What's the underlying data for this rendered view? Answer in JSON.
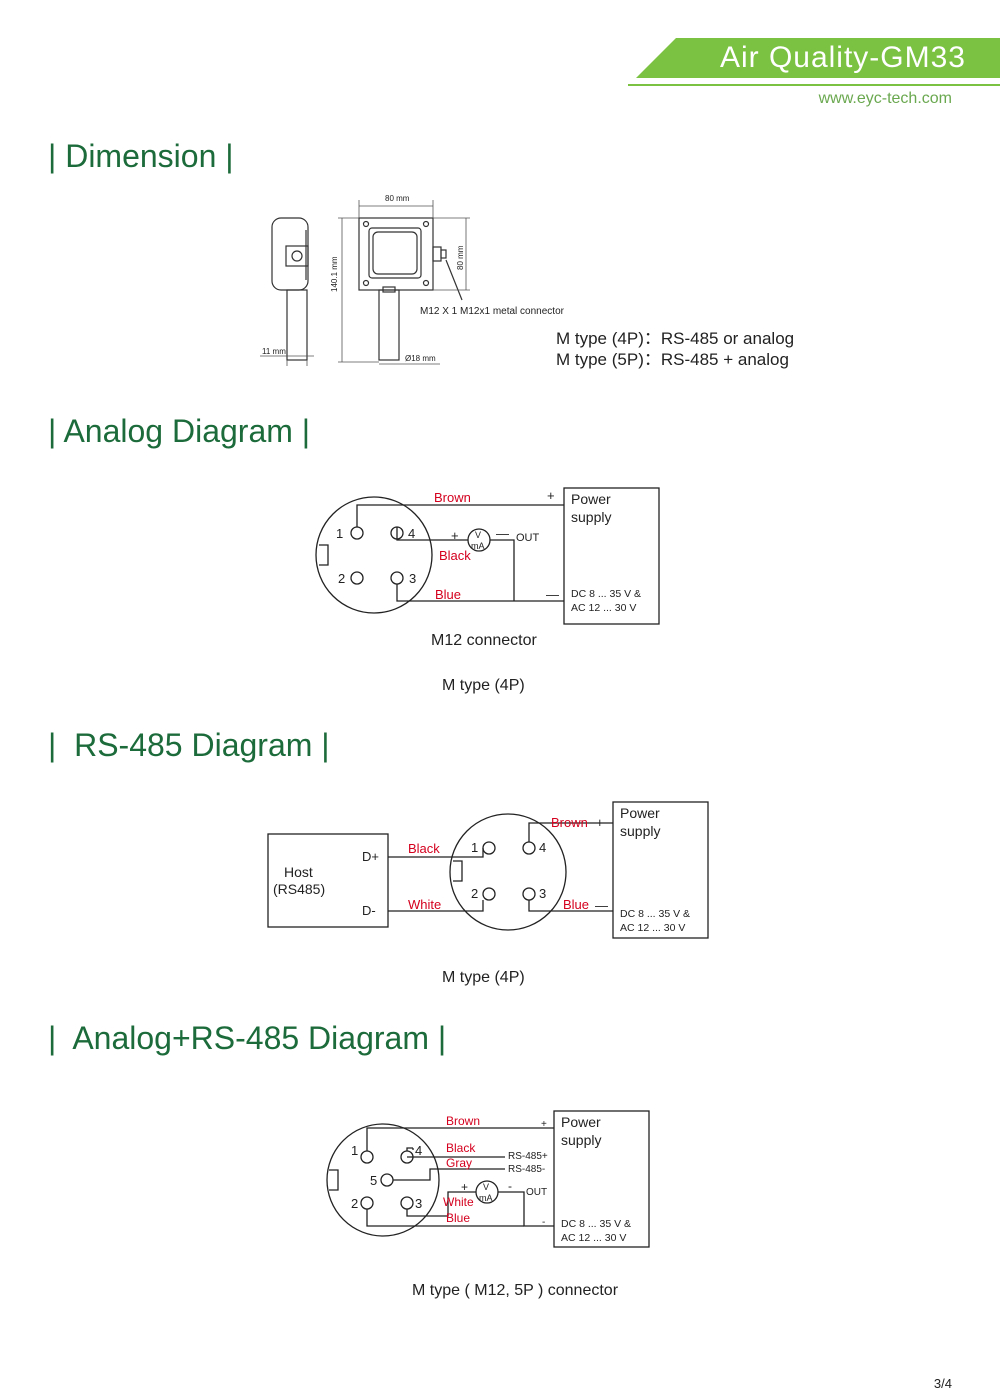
{
  "header": {
    "title": "Air Quality-GM33",
    "url": "www.eyc-tech.com",
    "accent": "#7cc242"
  },
  "sections": {
    "dimension": "| Dimension |",
    "analog": "| Analog Diagram |",
    "rs485": "|  RS-485 Diagram |",
    "combo": "|  Analog+RS-485 Diagram |"
  },
  "dimension": {
    "width_top": "80 mm",
    "height_right": "80 mm",
    "height_total": "140.1 mm",
    "side_width": "11 mm",
    "diameter": "Ø18 mm",
    "connector_note": "M12 X 1 M12x1 metal connector",
    "type_4p": "M type (4P)：RS-485 or analog",
    "type_5p": "M type (5P)：RS-485 + analog"
  },
  "analog_diagram": {
    "pins": [
      "1",
      "2",
      "3",
      "4"
    ],
    "wires": {
      "brown": "Brown",
      "black": "Black",
      "blue": "Blue"
    },
    "meter_top": "V",
    "meter_bottom": "mA",
    "plus": "+",
    "minus": "—",
    "out": "OUT",
    "power_line1": "Power",
    "power_line2": "supply",
    "spec_line1": "DC 8 ... 35 V &",
    "spec_line2": "AC 12 ... 30 V",
    "connector_caption": "M12 connector",
    "type_caption": "M type (4P)"
  },
  "rs485_diagram": {
    "host_line1": "Host",
    "host_line2": "(RS485)",
    "dplus": "D+",
    "dminus": "D-",
    "pins": [
      "1",
      "2",
      "3",
      "4"
    ],
    "wires": {
      "black": "Black",
      "white": "White",
      "brown": "Brown",
      "blue": "Blue"
    },
    "plus": "+",
    "minus": "—",
    "power_line1": "Power",
    "power_line2": "supply",
    "spec_line1": "DC 8 ... 35 V &",
    "spec_line2": "AC 12 ... 30 V",
    "type_caption": "M type (4P)"
  },
  "combo_diagram": {
    "pins": [
      "1",
      "2",
      "3",
      "4",
      "5"
    ],
    "wires": {
      "brown": "Brown",
      "black": "Black",
      "gray": "Gray",
      "white": "White",
      "blue": "Blue"
    },
    "rs_plus": "RS-485+",
    "rs_minus": "RS-485-",
    "meter_top": "V",
    "meter_bottom": "mA",
    "plus": "+",
    "minus": "-",
    "out": "OUT",
    "power_line1": "Power",
    "power_line2": "supply",
    "spec_line1": "DC 8 ... 35 V &",
    "spec_line2": "AC 12 ... 30 V",
    "type_caption": "M type ( M12, 5P ) connector"
  },
  "page_number": "3/4",
  "colors": {
    "section": "#1c6b3a",
    "wire_label": "#d4001e",
    "url": "#6aa84f"
  }
}
